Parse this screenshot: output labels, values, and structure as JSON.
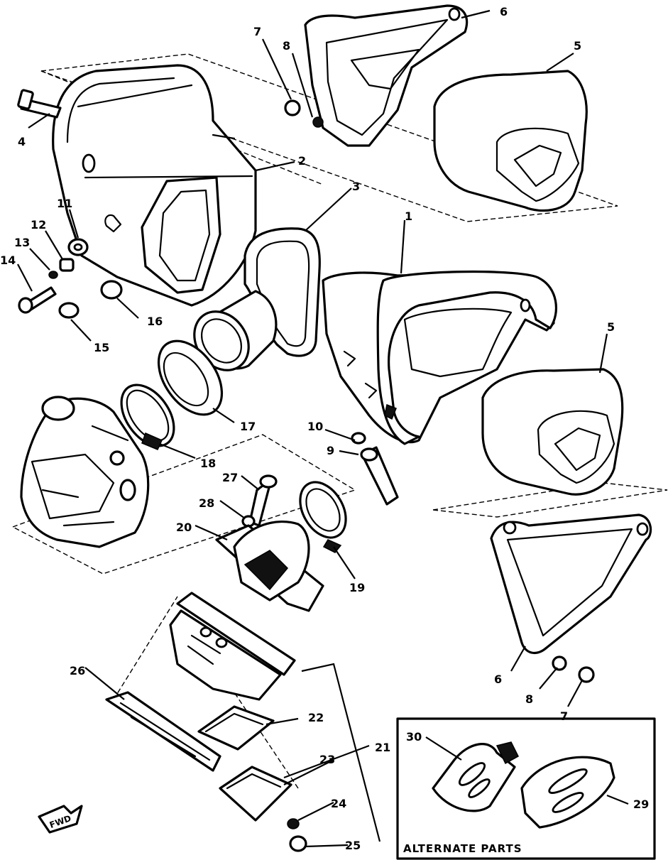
{
  "diagram": {
    "alternate_parts_label": "ALTERNATE PARTS",
    "fwd_label": "FWD",
    "callouts": [
      "7",
      "8",
      "6",
      "5",
      "4",
      "2",
      "3",
      "1",
      "11",
      "12",
      "13",
      "14",
      "16",
      "15",
      "5",
      "17",
      "10",
      "9",
      "18",
      "27",
      "28",
      "20",
      "19",
      "6",
      "8",
      "7",
      "26",
      "22",
      "30",
      "21",
      "23",
      "24",
      "29",
      "25"
    ]
  }
}
